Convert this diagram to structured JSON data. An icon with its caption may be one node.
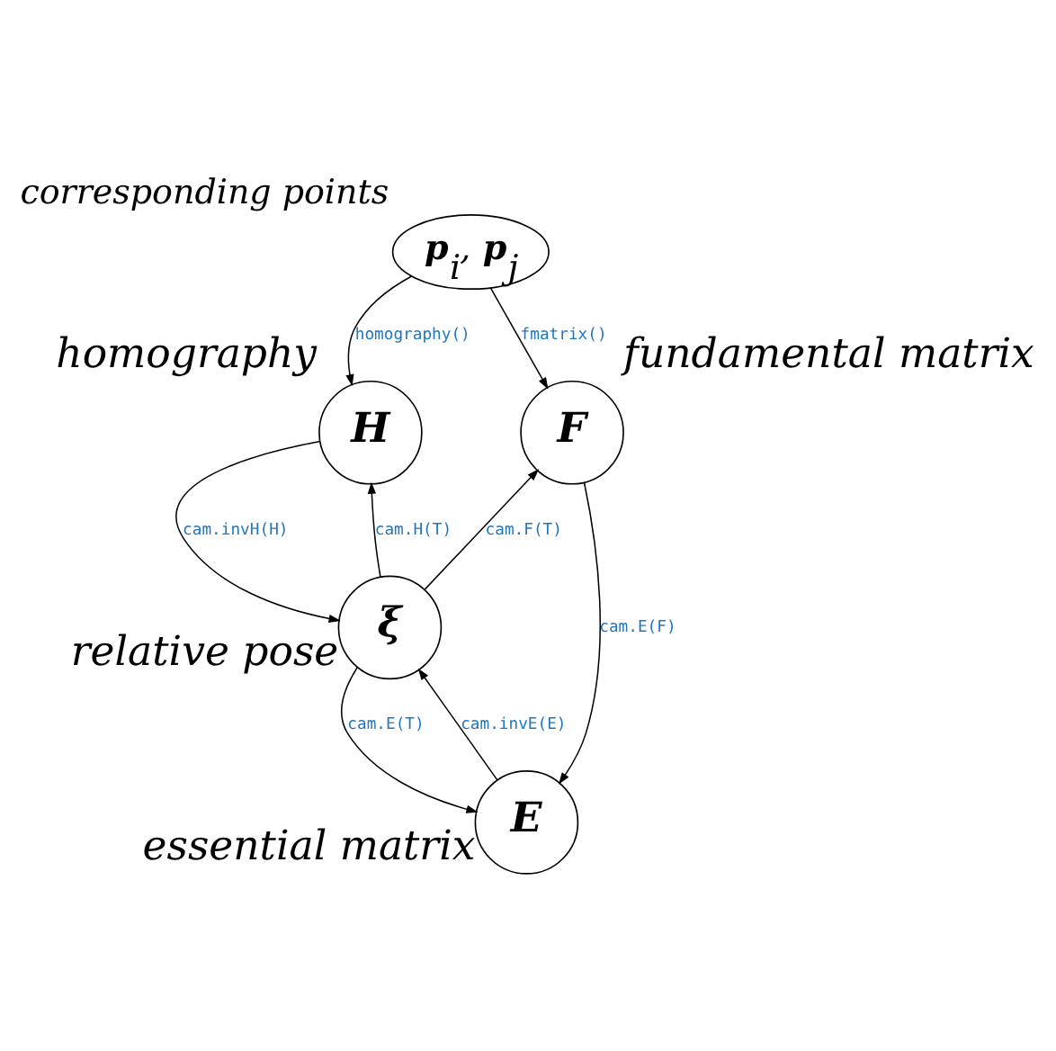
{
  "diagram": {
    "nodes": [
      {
        "text": [
          "**p**$_{i}$, **p**$_{j}$"
        ],
        "beside": [
          "corresponding points"
        ]
      },
      {
        "text": [
          "H"
        ],
        "beside": [
          "homography"
        ]
      },
      {
        "text": [
          "F"
        ],
        "beside": [
          "fundamental matrix"
        ]
      },
      {
        "text": [
          "E"
        ],
        "beside": [
          "essential matrix"
        ]
      },
      {
        "text": [
          "ξ"
        ],
        "beside": [
          "relative pose"
        ]
      }
    ],
    "edges": [
      {
        "from": 0,
        "to": 1,
        "arrow": "to",
        "label": "homography()"
      },
      {
        "from": 0,
        "to": 2,
        "arrow": "to",
        "label": "fmatrix()"
      },
      {
        "from": 2,
        "to": 3,
        "arrow": "to",
        "label": "cam.E(F)"
      },
      {
        "from": 1,
        "to": 4,
        "arrow": "to",
        "label": "cam.invH(H)"
      },
      {
        "from": 4,
        "to": 1,
        "arrow": "to",
        "label": "cam.H(T)"
      },
      {
        "from": 4,
        "to": 2,
        "arrow": "to",
        "label": "cam.F(T)"
      },
      {
        "from": 4,
        "to": 3,
        "arrow": "to",
        "label": "cam.E(T)"
      },
      {
        "from": 3,
        "to": 4,
        "arrow": "to",
        "label": "cam.invE(E)"
      }
    ]
  }
}
